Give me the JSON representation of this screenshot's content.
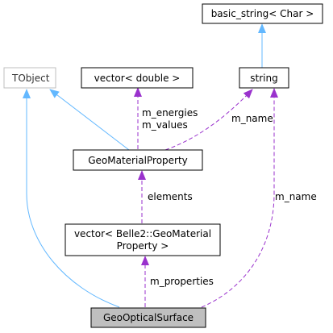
{
  "nodes": {
    "basic_string": {
      "label": "basic_string< Char >"
    },
    "tobject": {
      "label": "TObject"
    },
    "vector_double": {
      "label": "vector< double >"
    },
    "string": {
      "label": "string"
    },
    "geomaterialproperty": {
      "label": "GeoMaterialProperty"
    },
    "vector_geomaterial": {
      "line1": "vector< Belle2::GeoMaterial",
      "line2": "Property >"
    },
    "geoopticalsurface": {
      "label": "GeoOpticalSurface"
    }
  },
  "edge_labels": {
    "energies": "m_energies",
    "values": "m_values",
    "name_left": "m_name",
    "elements": "elements",
    "name_right": "m_name",
    "properties": "m_properties"
  },
  "colors": {
    "inheritance": "#63b8ff",
    "usage": "#9a32cd",
    "node_border": "#000000",
    "tobject_border": "#bfbfbf",
    "focus_fill": "#bfbfbf"
  }
}
